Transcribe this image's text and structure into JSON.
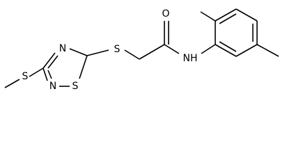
{
  "molecule": {
    "atoms": {
      "s_methylthio": "S",
      "n_ring_upper": "N",
      "n_ring_lower": "N",
      "s_ring": "S",
      "s_thioether": "S",
      "o_carbonyl": "O",
      "nh_amide": "NH"
    }
  }
}
